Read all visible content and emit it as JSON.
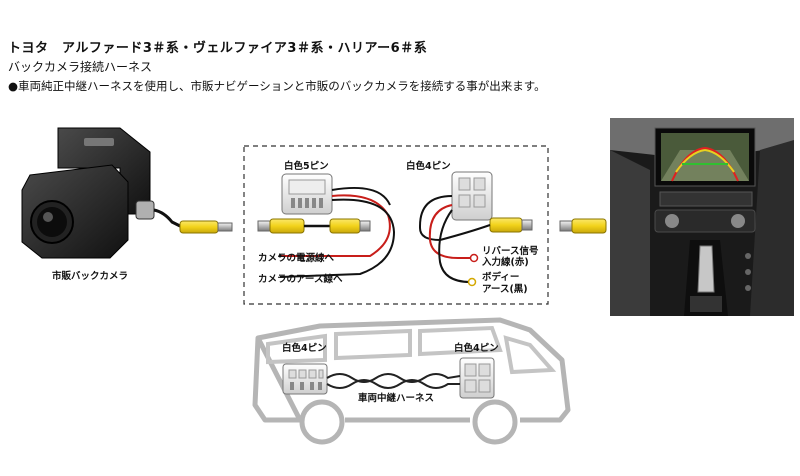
{
  "header": {
    "title": "トヨタ　アルファード3＃系・ヴェルファイア3＃系・ハリアー6＃系",
    "subtitle": "バックカメラ接続ハーネス",
    "description": "●車両純正中継ハーネスを使用し、市販ナビゲーションと市販のバックカメラを接続する事が出来ます。"
  },
  "camera": {
    "label": "市販バックカメラ"
  },
  "harness_box": {
    "connector_5pin": "白色5ピン",
    "connector_4pin": "白色4ピン",
    "camera_power": "カメラの電源線へ",
    "camera_ground": "カメラのアース線へ",
    "reverse_signal_line1": "リバース信号",
    "reverse_signal_line2": "入力線(赤)",
    "body_ground_line1": "ボディー",
    "body_ground_line2": "アース(黒)"
  },
  "vehicle": {
    "connector_left": "白色4ピン",
    "connector_right": "白色4ピン",
    "harness_label": "車両中継ハーネス"
  },
  "colors": {
    "rca_yellow": "#f2d21a",
    "wire_red": "#d0201c",
    "wire_black": "#111111"
  }
}
